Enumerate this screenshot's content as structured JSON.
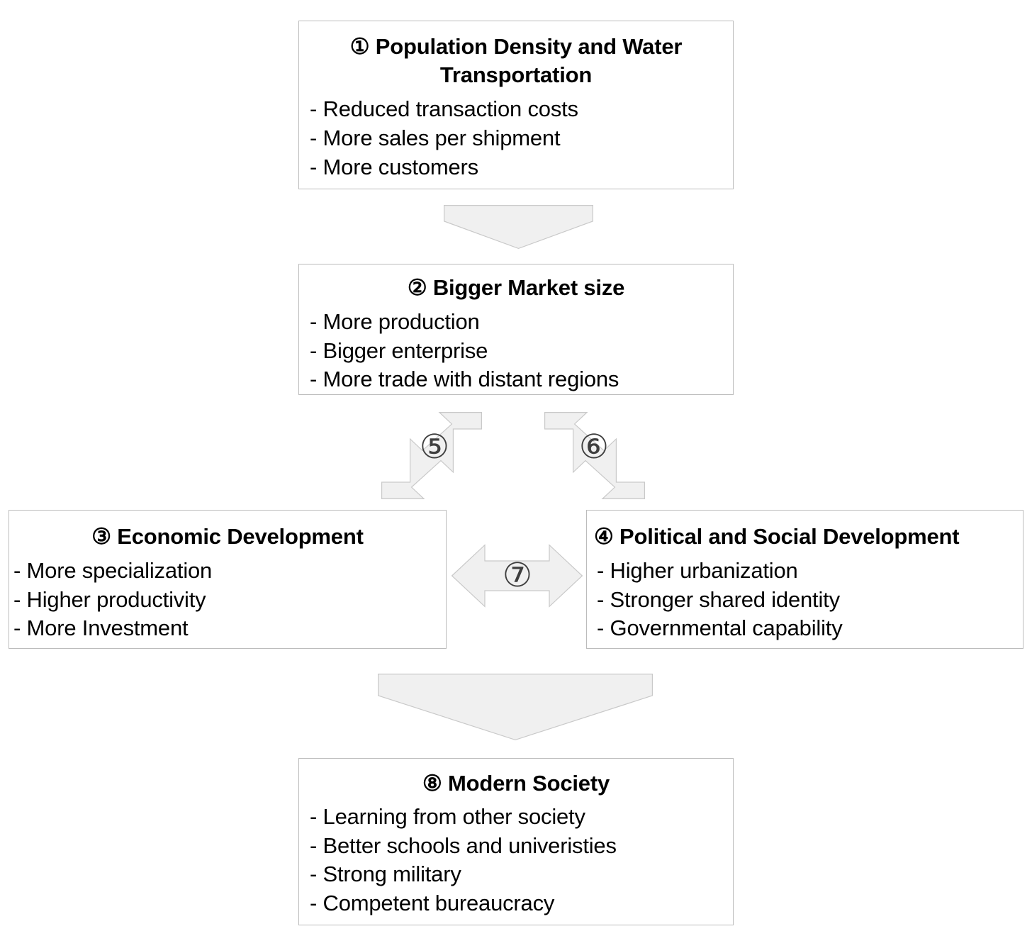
{
  "diagram": {
    "title": "Population Density to Modern Society Causal Flow",
    "colors": {
      "box_border": "#bcbcbc",
      "box_fill": "#ffffff",
      "arrow_fill": "#f0f0f0",
      "arrow_border": "#c9c9c9",
      "text": "#000000",
      "arrow_label_text": "#3f3f3f"
    },
    "nodes": [
      {
        "id": "box1",
        "marker": "①",
        "title": "① Population Density and Water\nTransportation",
        "items": [
          "- Reduced transaction costs",
          "- More sales per shipment",
          "- More customers"
        ]
      },
      {
        "id": "box2",
        "marker": "②",
        "title": "② Bigger Market size",
        "items": [
          "- More production",
          "- Bigger enterprise",
          "- More trade with distant regions"
        ]
      },
      {
        "id": "box3",
        "marker": "③",
        "title": "③ Economic Development",
        "items": [
          "- More specialization",
          "- Higher productivity",
          "- More Investment"
        ]
      },
      {
        "id": "box4",
        "marker": "④",
        "title": "④ Political and Social Development",
        "items": [
          "- Higher urbanization",
          "- Stronger shared identity",
          "- Governmental capability"
        ]
      },
      {
        "id": "box8",
        "marker": "⑧",
        "title": "⑧ Modern Society",
        "items": [
          "- Learning from other society",
          "- Better schools and univeristies",
          "- Strong military",
          "- Competent bureaucracy"
        ]
      }
    ],
    "connectors": [
      {
        "id": "arrow-down-top",
        "label": "",
        "kind": "chevron-down-arrow",
        "from": "box1",
        "to": "box2"
      },
      {
        "id": "arrow-5",
        "label": "⑤",
        "kind": "double-headed-diagonal-arrow-ne-sw",
        "from": "box2",
        "to": "box3"
      },
      {
        "id": "arrow-6",
        "label": "⑥",
        "kind": "double-headed-diagonal-arrow-nw-se",
        "from": "box2",
        "to": "box4"
      },
      {
        "id": "arrow-7",
        "label": "⑦",
        "kind": "double-headed-horizontal-arrow",
        "from": "box3",
        "to": "box4"
      },
      {
        "id": "arrow-down-bottom",
        "label": "",
        "kind": "chevron-down-arrow",
        "from": "box3-box4",
        "to": "box8"
      }
    ]
  }
}
